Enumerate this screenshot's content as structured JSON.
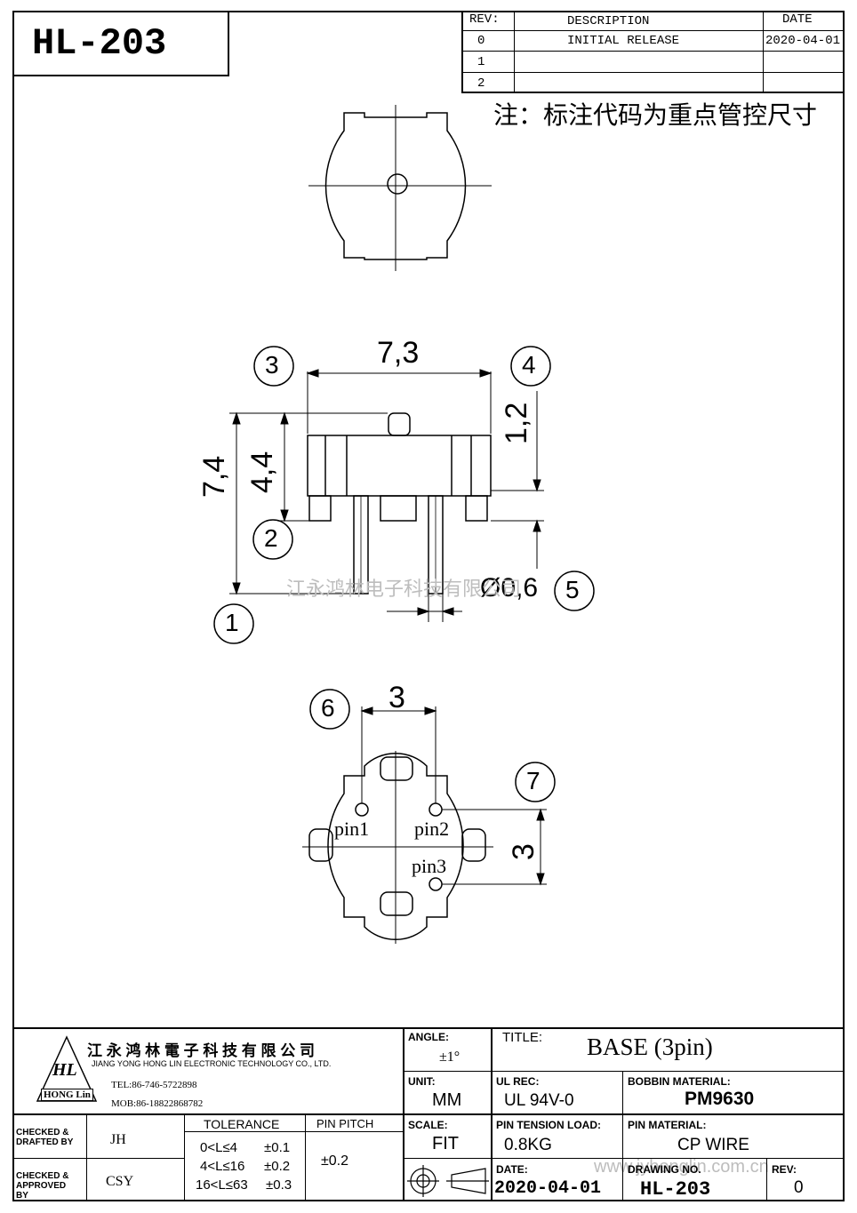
{
  "part_number": "HL-203",
  "revision_table": {
    "headers": [
      "REV:",
      "DESCRIPTION",
      "DATE"
    ],
    "rows": [
      {
        "rev": "0",
        "description": "INITIAL RELEASE",
        "date": "2020-04-01"
      },
      {
        "rev": "1",
        "description": "",
        "date": ""
      },
      {
        "rev": "2",
        "description": "",
        "date": ""
      }
    ]
  },
  "note": "注：标注代码为重点管控尺寸",
  "dimensions": {
    "width": "7,3",
    "pin_gap": "1,2",
    "height_total": "7,4",
    "height_body": "4,4",
    "pin_dia": "Ø0,6",
    "pitch_h": "3",
    "pitch_v": "3"
  },
  "callouts": [
    "1",
    "2",
    "3",
    "4",
    "5",
    "6",
    "7"
  ],
  "pins": [
    "pin1",
    "pin2",
    "pin3"
  ],
  "watermarks": {
    "company_cn": "江永鸿林电子科技有限公司",
    "url": "www.jyhonglin.com.cn"
  },
  "company": {
    "name_cn": "江 永 鸿 林 電 子 科 技 有 限 公 司",
    "name_en": "JIANG YONG HONG LIN ELECTRONIC TECHNOLOGY CO., LTD.",
    "tel": "TEL:86-746-5722898",
    "mob": "MOB:86-18822868782",
    "logo_mark": "HL",
    "logo_text": "HONG Lin"
  },
  "title_block": {
    "angle_label": "ANGLE:",
    "angle_value": "±1°",
    "unit_label": "UNIT:",
    "unit_value": "MM",
    "scale_label": "SCALE:",
    "scale_value": "FIT",
    "title_label": "TITLE:",
    "title_value": "BASE (3pin)",
    "ul_label": "UL REC:",
    "ul_value": "UL 94V-0",
    "bobbin_label": "BOBBIN MATERIAL:",
    "bobbin_value": "PM9630",
    "tension_label": "PIN TENSION LOAD:",
    "tension_value": "0.8KG",
    "pin_mat_label": "PIN MATERIAL:",
    "pin_mat_value": "CP WIRE",
    "date_label": "DATE:",
    "date_value": "2020-04-01",
    "dwg_label": "DRAWING NO.",
    "dwg_value": "HL-203",
    "rev_label": "REV:",
    "rev_value": "0",
    "checked_drafted_label": "CHECKED & DRAFTED BY",
    "checked_drafted_value": "JH",
    "checked_approved_label": "CHECKED & APPROVED BY",
    "checked_approved_value": "CSY",
    "tolerance_label": "TOLERANCE",
    "tolerances": [
      {
        "range": "0<L≤4",
        "value": "±0.1"
      },
      {
        "range": "4<L≤16",
        "value": "±0.2"
      },
      {
        "range": "16<L≤63",
        "value": "±0.3"
      }
    ],
    "pitch_label": "PIN PITCH",
    "pitch_value": "±0.2"
  }
}
